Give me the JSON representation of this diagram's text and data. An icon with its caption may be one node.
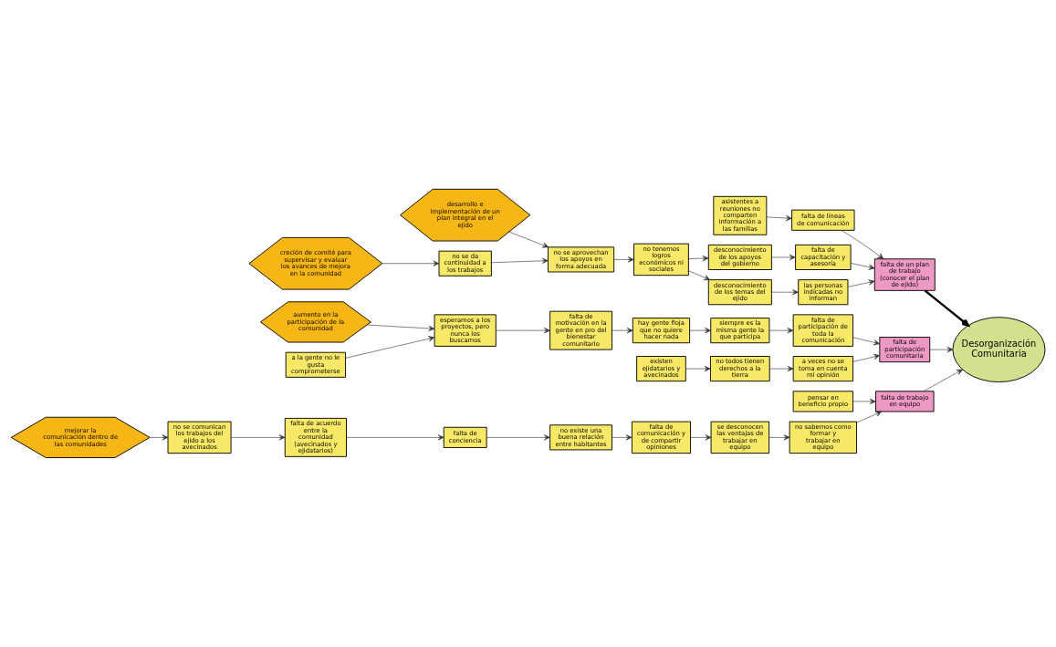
{
  "diagram": {
    "nodes": [
      {
        "text": [
          "no sabemos como formar y trabajar en equipo"
        ]
      },
      {
        "text": [
          "falta de acuerdo entre la comunidad (avecinados y ejidatarios)"
        ]
      },
      {
        "text": [
          "falta de conciencia"
        ]
      },
      {
        "text": [
          "no existe una buena relación entre habitantes"
        ]
      },
      {
        "text": [
          "falta de comunicación y de compartir opiniones"
        ]
      },
      {
        "text": [
          "se desconocen las ventajas de trabajar en equipo"
        ]
      },
      {
        "text": [
          "falta de trabajo en equipo"
        ]
      },
      {
        "text": [
          "pensar en beneficio propio"
        ]
      },
      {
        "text": [
          "no se comunican los trabajos del ejido a los avecinados"
        ]
      },
      {
        "text": [
          "asistentes a reuniones no comparten información a las familias"
        ]
      },
      {
        "text": [
          "creción de comité para supervisar y evaluar los avances de mejora en la comunidad"
        ]
      },
      {
        "text": [
          "desarrollo e implementación de un plan integral en el ejido"
        ]
      },
      {
        "text": [
          "falta de líneas de comunicación"
        ]
      },
      {
        "text": [
          "Desorganización Comunitaria"
        ]
      },
      {
        "text": [
          "mejorar la comunicación dentro de las comunidades"
        ]
      },
      {
        "text": [
          "falta de un plan de trabajo (conocer el plan de ejido)"
        ]
      },
      {
        "text": [
          "desconocimiento de los apoyos del gobierno"
        ]
      },
      {
        "text": [
          "falta de capacitación y asesoría"
        ]
      },
      {
        "text": [
          "no se da continuidad a los trabajos"
        ]
      },
      {
        "text": [
          "no se aprovechan los apoyos en forma adecuada"
        ]
      },
      {
        "text": [
          "no tenemos logros económicos ni sociales"
        ]
      },
      {
        "text": [
          "desconocimiento de los temas del ejido"
        ]
      },
      {
        "text": [
          "las personas indicadas no informan"
        ]
      },
      {
        "text": [
          "aumento en la participación de la comunidad"
        ]
      },
      {
        "text": [
          "hay gente floja que no quiere hacer nada"
        ]
      },
      {
        "text": [
          "a la gente no le gusta comprometerse"
        ]
      },
      {
        "text": [
          "esperamos a los proyectos, pero nunca los buscamos"
        ]
      },
      {
        "text": [
          "falta de motivación en la gente en pro del bienestar comunitario"
        ]
      },
      {
        "text": [
          "siempre es la misma gente la que participa"
        ]
      },
      {
        "text": [
          "falta de participación de toda la comunicación"
        ]
      },
      {
        "text": [
          "falta de participación comunitaria"
        ]
      },
      {
        "text": [
          "existen ejidatarios y avecinados"
        ]
      },
      {
        "text": [
          "no todos tienen derechos a la tierra"
        ]
      },
      {
        "text": [
          "a veces no se toma en cuenta mi opinión"
        ]
      }
    ],
    "edges": [
      {
        "from": 14,
        "to": 8,
        "arrow": "to"
      },
      {
        "from": 8,
        "to": 1,
        "arrow": "to"
      },
      {
        "from": 1,
        "to": 2,
        "arrow": "to"
      },
      {
        "from": 2,
        "to": 3,
        "arrow": "to"
      },
      {
        "from": 3,
        "to": 4,
        "arrow": "to"
      },
      {
        "from": 4,
        "to": 5,
        "arrow": "to"
      },
      {
        "from": 5,
        "to": 0,
        "arrow": "to"
      },
      {
        "from": 0,
        "to": 6,
        "arrow": "to"
      },
      {
        "from": 7,
        "to": 6,
        "arrow": "to"
      },
      {
        "from": 6,
        "to": 13,
        "arrow": "to"
      },
      {
        "from": 9,
        "to": 12,
        "arrow": "to"
      },
      {
        "from": 12,
        "to": 15,
        "arrow": "to"
      },
      {
        "from": 17,
        "to": 15,
        "arrow": "to"
      },
      {
        "from": 22,
        "to": 15,
        "arrow": "to"
      },
      {
        "from": 15,
        "to": 13,
        "arrow": "to",
        "style": "thick"
      },
      {
        "from": 10,
        "to": 18,
        "arrow": "to"
      },
      {
        "from": 11,
        "to": 19,
        "arrow": "to"
      },
      {
        "from": 18,
        "to": 19,
        "arrow": "to"
      },
      {
        "from": 19,
        "to": 20,
        "arrow": "to"
      },
      {
        "from": 20,
        "to": 16,
        "arrow": "to"
      },
      {
        "from": 20,
        "to": 21,
        "arrow": "to"
      },
      {
        "from": 16,
        "to": 17,
        "arrow": "to"
      },
      {
        "from": 21,
        "to": 22,
        "arrow": "to"
      },
      {
        "from": 23,
        "to": 26,
        "arrow": "to"
      },
      {
        "from": 25,
        "to": 26,
        "arrow": "to"
      },
      {
        "from": 26,
        "to": 27,
        "arrow": "to"
      },
      {
        "from": 27,
        "to": 24,
        "arrow": "to"
      },
      {
        "from": 24,
        "to": 28,
        "arrow": "to"
      },
      {
        "from": 31,
        "to": 32,
        "arrow": "to"
      },
      {
        "from": 28,
        "to": 29,
        "arrow": "to"
      },
      {
        "from": 32,
        "to": 33,
        "arrow": "to"
      },
      {
        "from": 29,
        "to": 30,
        "arrow": "to"
      },
      {
        "from": 33,
        "to": 30,
        "arrow": "to"
      },
      {
        "from": 30,
        "to": 13,
        "arrow": "to"
      }
    ]
  }
}
